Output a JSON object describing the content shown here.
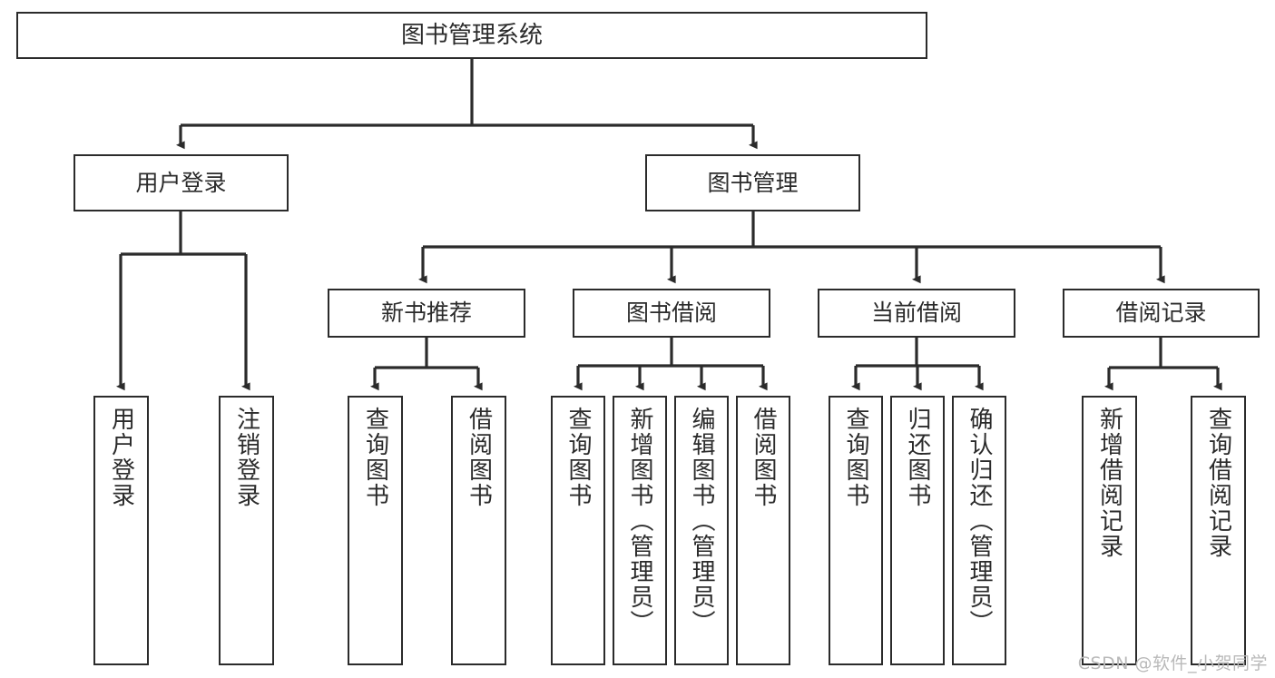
{
  "diagram": {
    "title": "图书管理系统",
    "type": "tree-hierarchy-diagram",
    "root": {
      "id": "root",
      "label": "图书管理系统"
    },
    "level2": [
      {
        "id": "user-login",
        "label": "用户登录"
      },
      {
        "id": "book-management",
        "label": "图书管理"
      }
    ],
    "level3": [
      {
        "id": "new-book-recommend",
        "label": "新书推荐",
        "parent": "book-management"
      },
      {
        "id": "book-borrow",
        "label": "图书借阅",
        "parent": "book-management"
      },
      {
        "id": "current-borrow",
        "label": "当前借阅",
        "parent": "book-management"
      },
      {
        "id": "borrow-record",
        "label": "借阅记录",
        "parent": "book-management"
      }
    ],
    "leaves": {
      "user_login": [
        {
          "id": "leaf-user-login",
          "label": "用户登录"
        },
        {
          "id": "leaf-logout-login",
          "label": "注销登录"
        }
      ],
      "new_book_recommend": [
        {
          "id": "leaf-query-book-1",
          "label": "查询图书"
        },
        {
          "id": "leaf-borrow-book-1",
          "label": "借阅图书"
        }
      ],
      "book_borrow": [
        {
          "id": "leaf-query-book-2",
          "label": "查询图书"
        },
        {
          "id": "leaf-add-book",
          "label": "新增图书（管理员）"
        },
        {
          "id": "leaf-edit-book",
          "label": "编辑图书（管理员）"
        },
        {
          "id": "leaf-borrow-book-2",
          "label": "借阅图书"
        }
      ],
      "current_borrow": [
        {
          "id": "leaf-query-book-3",
          "label": "查询图书"
        },
        {
          "id": "leaf-return-book",
          "label": "归还图书"
        },
        {
          "id": "leaf-confirm-return",
          "label": "确认归还（管理员）"
        }
      ],
      "borrow_record": [
        {
          "id": "leaf-add-record",
          "label": "新增借阅记录"
        },
        {
          "id": "leaf-query-record",
          "label": "查询借阅记录"
        }
      ]
    }
  },
  "watermark": {
    "text": "CSDN @软件_小贺同学"
  },
  "colors": {
    "stroke": "#2b2b2b",
    "background": "#ffffff",
    "text": "#2b2b2b",
    "watermark": "#b9b9b9"
  }
}
